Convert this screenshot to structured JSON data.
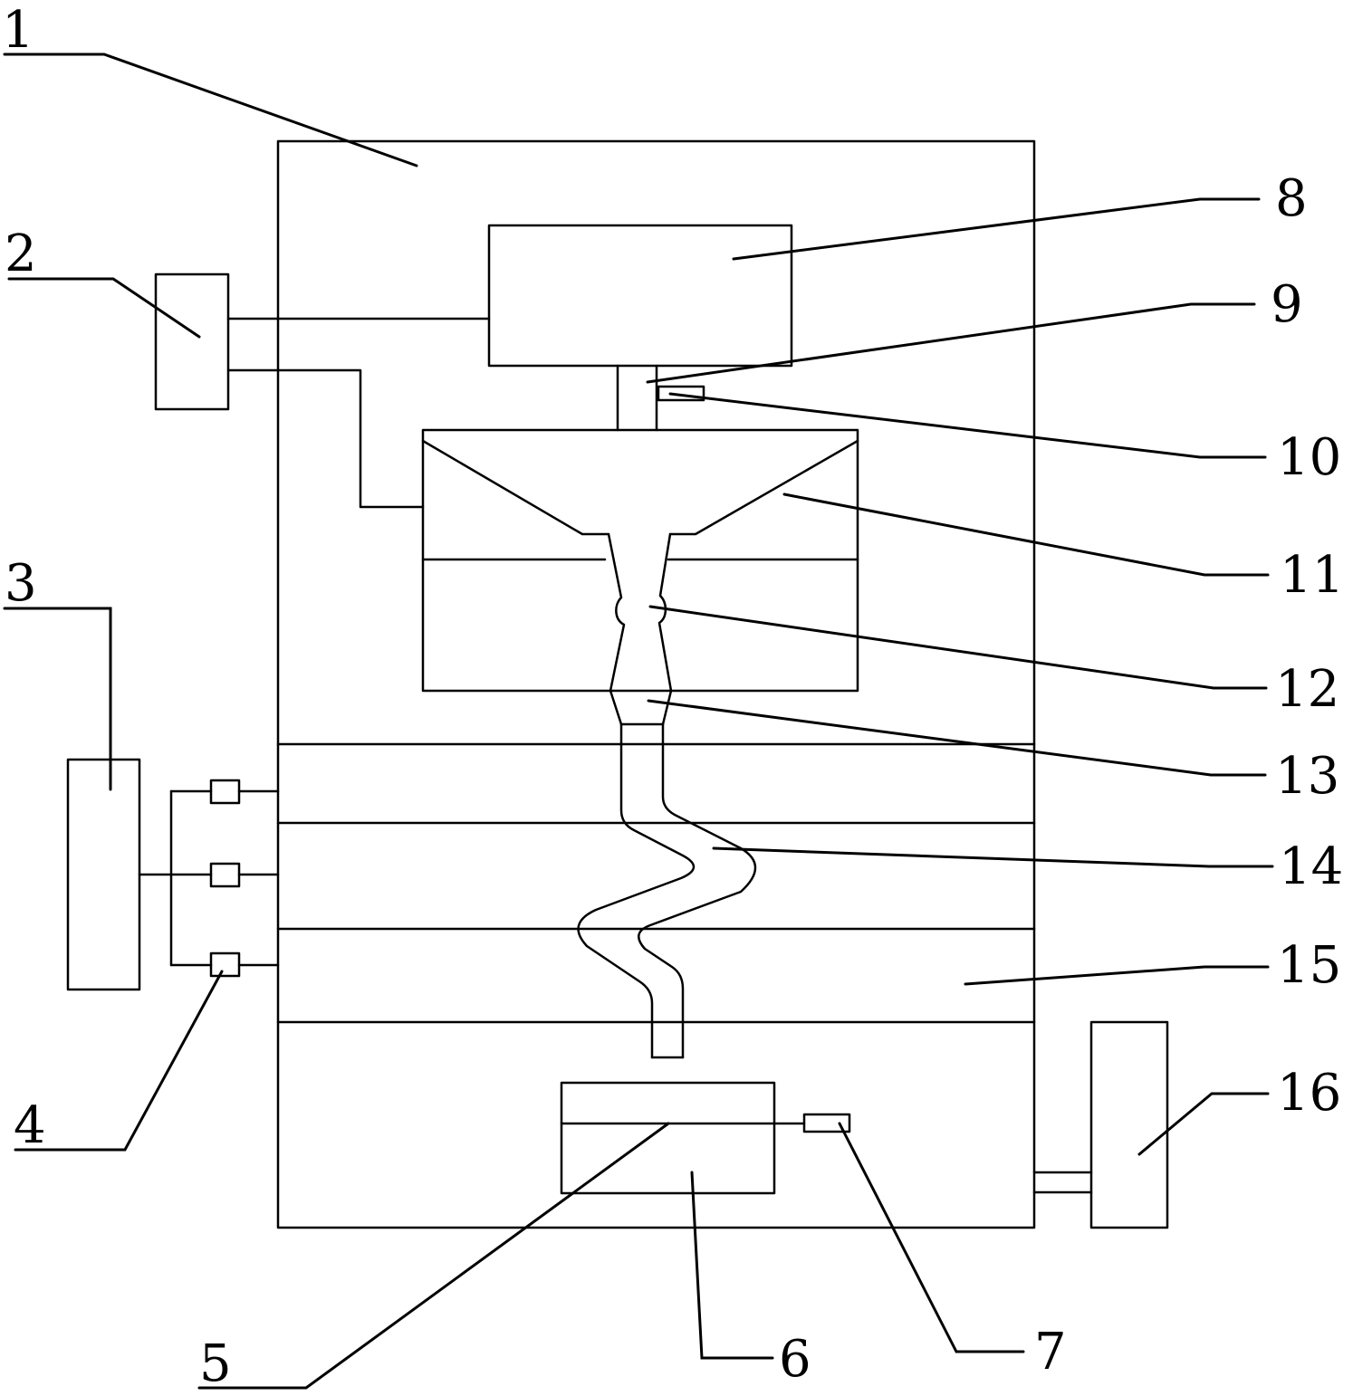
{
  "labels": {
    "l1": "1",
    "l2": "2",
    "l3": "3",
    "l4": "4",
    "l5": "5",
    "l6": "6",
    "l7": "7",
    "l8": "8",
    "l9": "9",
    "l10": "10",
    "l11": "11",
    "l12": "12",
    "l13": "13",
    "l14": "14",
    "l15": "15",
    "l16": "16"
  },
  "colors": {
    "line": "#000000",
    "background": "#ffffff"
  }
}
